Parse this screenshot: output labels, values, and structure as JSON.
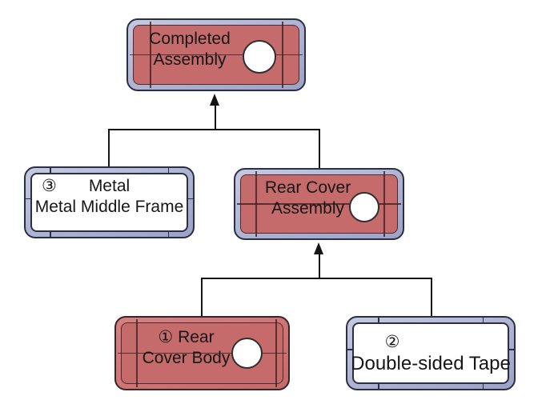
{
  "diagram": {
    "type": "assembly-hierarchy",
    "nodes": {
      "completed_assembly": {
        "line1": "Completed",
        "line2": "Assembly",
        "style": "red-body-blue-frame",
        "has_camera_hole": true
      },
      "metal_middle_frame": {
        "badge": "③",
        "line1": "Metal",
        "line2": "Metal Middle Frame",
        "style": "white-body-blue-frame",
        "has_camera_hole": false
      },
      "rear_cover_assembly": {
        "line1": "Rear Cover",
        "line2": "Assembly",
        "style": "red-body-blue-frame",
        "has_camera_hole": true
      },
      "rear_cover_body": {
        "line1": "① Rear",
        "line2": "Cover Body",
        "style": "red-body-red-frame",
        "has_camera_hole": true
      },
      "double_sided_tape": {
        "badge": "②",
        "line1": "Double-sided Tape",
        "style": "white-body-blue-frame",
        "has_camera_hole": false
      }
    },
    "edges": [
      {
        "from": [
          "metal_middle_frame",
          "rear_cover_assembly"
        ],
        "to": "completed_assembly",
        "arrow": "up"
      },
      {
        "from": [
          "rear_cover_body",
          "double_sided_tape"
        ],
        "to": "rear_cover_assembly",
        "arrow": "up"
      }
    ]
  },
  "colors": {
    "background": "#ffffff",
    "frame_fill": "#b1b6d3",
    "frame_fill_light": "#c5c9df",
    "frame_outline": "#2a2f45",
    "red_fill": "#c66b6b",
    "red_rim": "#d07676",
    "red_outline": "#3a2428",
    "arrow": "#151515",
    "text": "#161616",
    "circle_fill": "#ffffff",
    "circle_outline": "#2e2e2e"
  }
}
